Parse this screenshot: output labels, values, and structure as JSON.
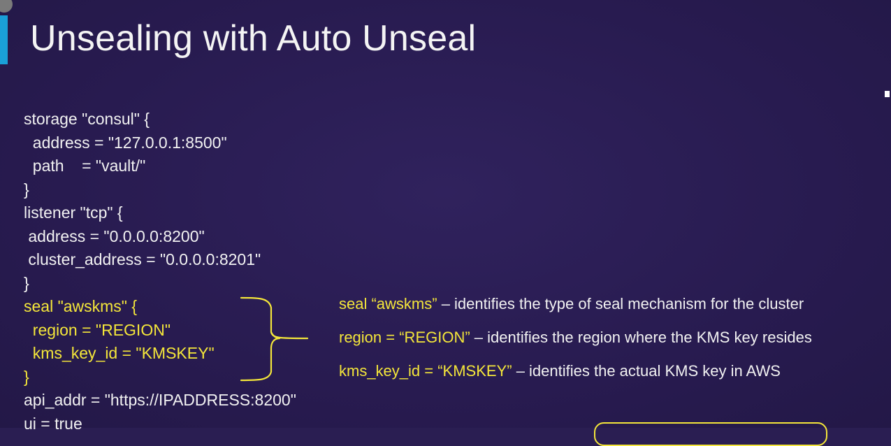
{
  "slide": {
    "title": "Unsealing with Auto Unseal",
    "code_lines": [
      {
        "text": "storage \"consul\" {",
        "style": "white"
      },
      {
        "text": "  address = \"127.0.0.1:8500\"",
        "style": "white"
      },
      {
        "text": "  path    = \"vault/\"",
        "style": "white"
      },
      {
        "text": "}",
        "style": "white"
      },
      {
        "text": "listener \"tcp\" {",
        "style": "white"
      },
      {
        "text": " address = \"0.0.0.0:8200\"",
        "style": "white"
      },
      {
        "text": " cluster_address = \"0.0.0.0:8201\"",
        "style": "white"
      },
      {
        "text": "}",
        "style": "white"
      },
      {
        "text": "seal \"awskms\" {",
        "style": "yellow"
      },
      {
        "text": "  region = \"REGION\"",
        "style": "yellow"
      },
      {
        "text": "  kms_key_id = \"KMSKEY\"",
        "style": "yellow"
      },
      {
        "text": "}",
        "style": "yellow"
      },
      {
        "text": "api_addr = \"https://IPADDRESS:8200\"",
        "style": "white"
      },
      {
        "text": "ui = true",
        "style": "white"
      }
    ],
    "descriptions": [
      {
        "key": "seal “awskms”",
        "text": " – identifies the type of seal mechanism for the cluster"
      },
      {
        "key": "region = “REGION”",
        "text": " – identifies the region where the KMS key resides"
      },
      {
        "key": "kms_key_id = “KMSKEY”",
        "text": " – identifies the actual KMS key in AWS"
      }
    ],
    "colors": {
      "background": "#2a1e52",
      "accent": "#1aa0d8",
      "highlight": "#f4e63a",
      "text": "#f2f2f2"
    }
  }
}
